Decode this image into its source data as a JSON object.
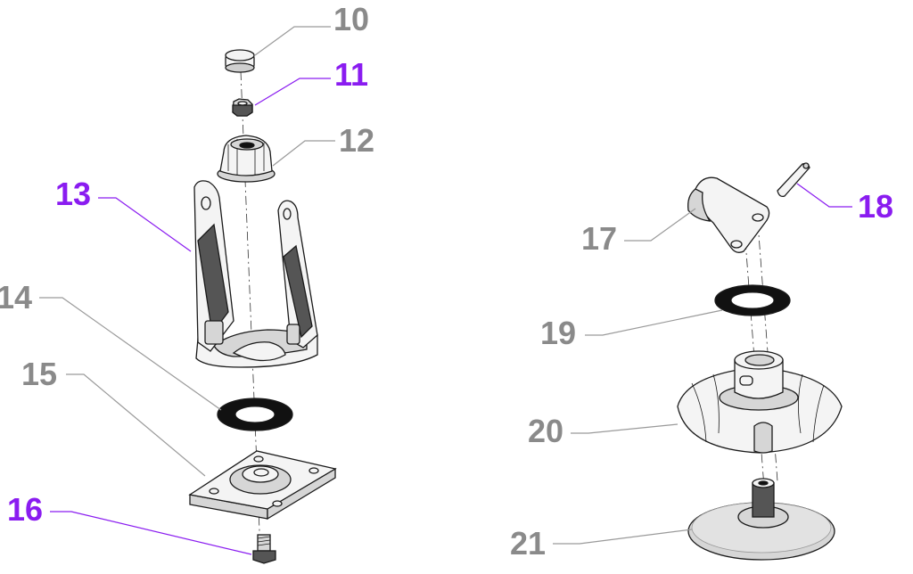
{
  "callouts": {
    "c10": {
      "label": "10",
      "color": "#8a8a8a"
    },
    "c11": {
      "label": "11",
      "color": "#8a1cf0"
    },
    "c12": {
      "label": "12",
      "color": "#8a8a8a"
    },
    "c13": {
      "label": "13",
      "color": "#8a1cf0"
    },
    "c14": {
      "label": "14",
      "color": "#8a8a8a"
    },
    "c15": {
      "label": "15",
      "color": "#8a8a8a"
    },
    "c16": {
      "label": "16",
      "color": "#8a1cf0"
    },
    "c17": {
      "label": "17",
      "color": "#8a8a8a"
    },
    "c18": {
      "label": "18",
      "color": "#8a1cf0"
    },
    "c19": {
      "label": "19",
      "color": "#8a8a8a"
    },
    "c20": {
      "label": "20",
      "color": "#8a8a8a"
    },
    "c21": {
      "label": "21",
      "color": "#8a8a8a"
    }
  }
}
